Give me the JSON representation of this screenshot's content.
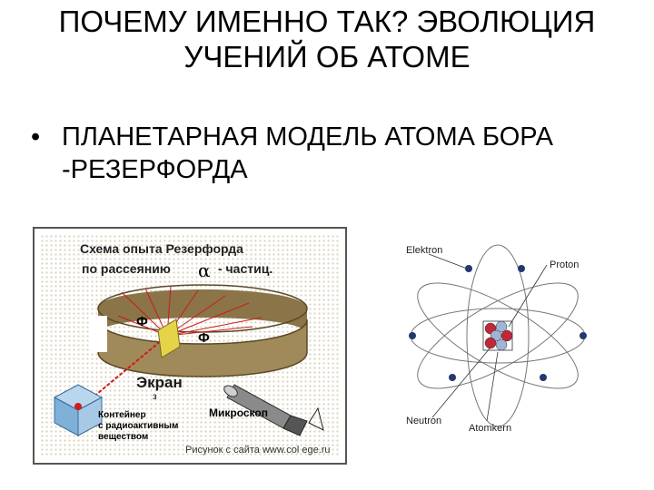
{
  "slide": {
    "title": "ПОЧЕМУ ИМЕННО ТАК? ЭВОЛЮЦИЯ УЧЕНИЙ ОБ АТОМЕ",
    "bullet_marker": "•",
    "bullet_text": "ПЛАНЕТАРНАЯ МОДЕЛЬ АТОМА БОРА -РЕЗЕРФОРДА"
  },
  "rutherford_figure": {
    "caption_line1": "Схема опыта Резерфорда",
    "caption_line2": "по рассеянию",
    "alpha_symbol": "α",
    "caption_line3": "- частиц.",
    "phi_left": "Ф",
    "phi_right": "Ф",
    "screen_label": "Экран",
    "z_label": "з",
    "microscope_label": "Микроскоп",
    "container_label_1": "Контейнер",
    "container_label_2": "с радиоактивным",
    "container_label_3": "веществом",
    "credit": "Рисунок с сайта www.col ege.ru",
    "colors": {
      "band": "#a08a5a",
      "band_dark": "#6e5c36",
      "rays": "#cc1c1c",
      "foil": "#e6d34a",
      "container": "#7fb0d8"
    }
  },
  "atom_figure": {
    "elektron_label": "Elektron",
    "proton_label": "Proton",
    "neutron_label": "Neutron",
    "atomkern_label": "Atomkern",
    "colors": {
      "electron": "#24386e",
      "proton": "#c0283a",
      "neutron": "#9fb5d6",
      "orbit": "#777777"
    }
  }
}
